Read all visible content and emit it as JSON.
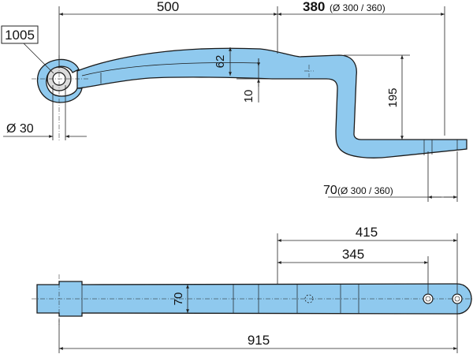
{
  "part_number": "1005",
  "dims": {
    "len_500": "500",
    "len_380": "380",
    "len_380_note": "(Ø 300 / 360)",
    "thick_62": "62",
    "offset_10": "10",
    "drop_195": "195",
    "eye_dia": "Ø 30",
    "end_70": "70",
    "end_70_note": "(Ø 300 / 360)",
    "len_415": "415",
    "len_345": "345",
    "width_70": "70",
    "overall_915": "915"
  },
  "colors": {
    "part_fill": "#8fc9ee",
    "outline": "#1a1a1a"
  }
}
